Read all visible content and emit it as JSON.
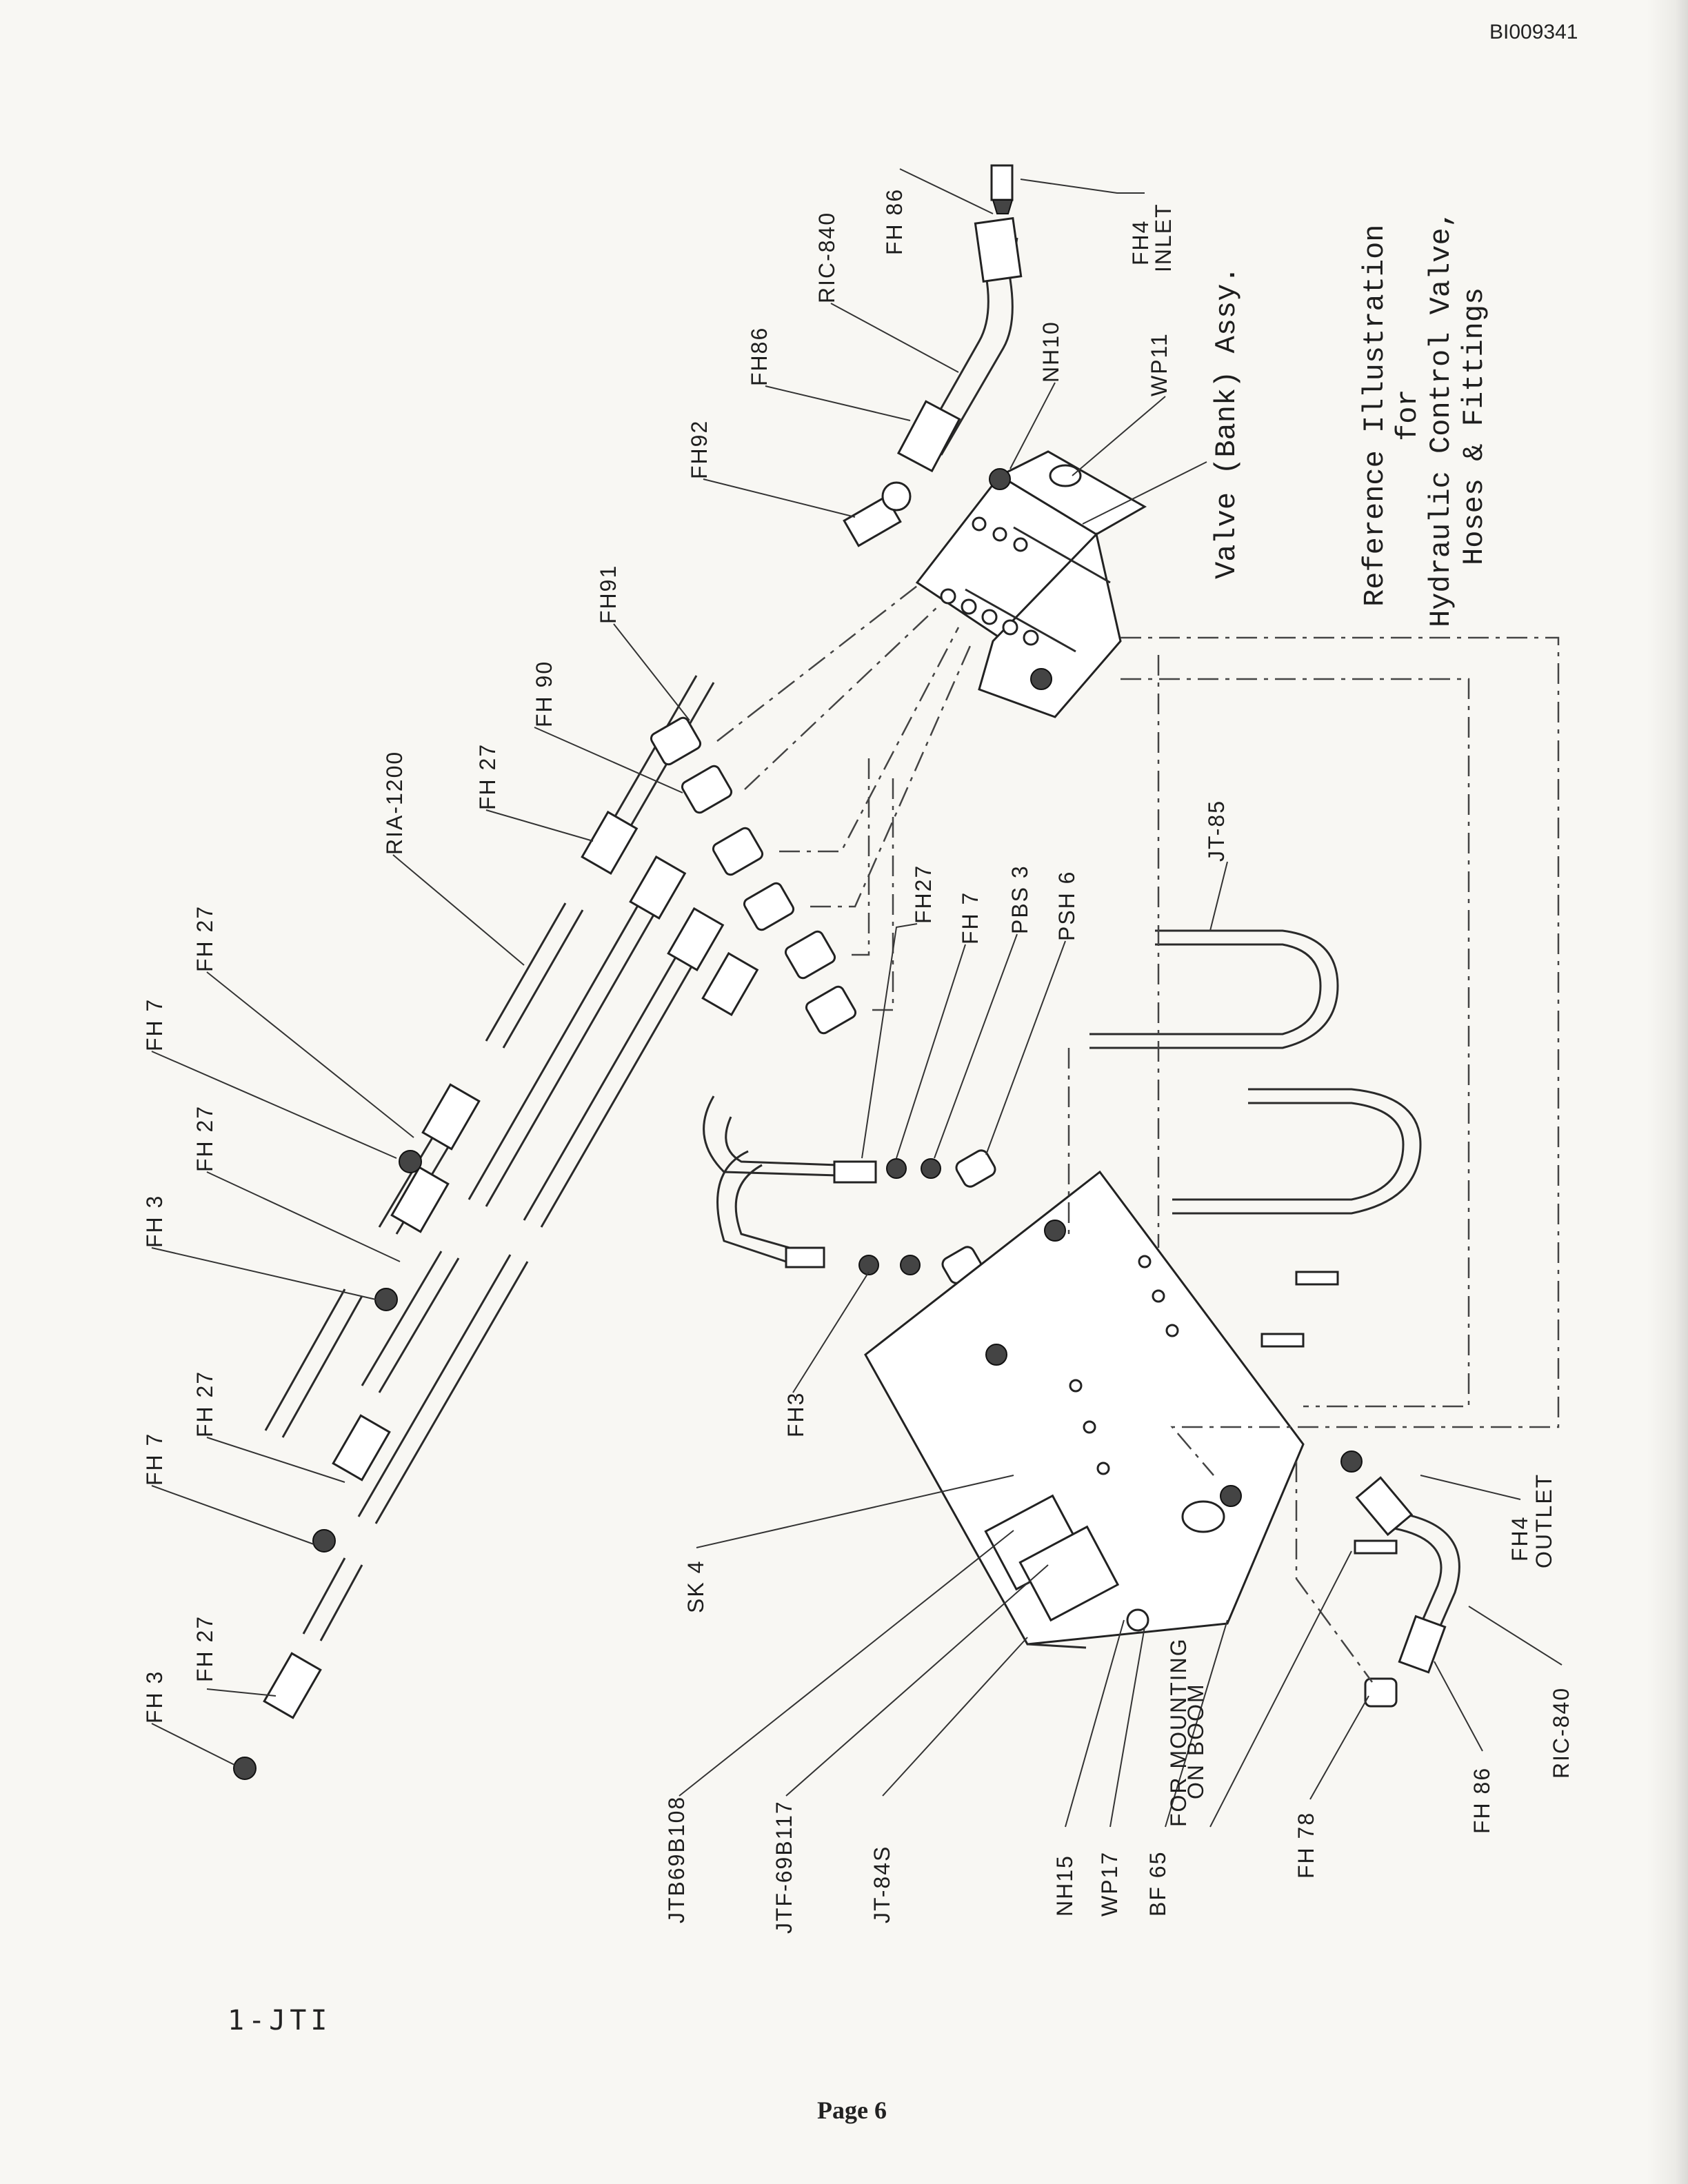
{
  "document": {
    "doc_id": "BI009341",
    "sheet_code": "1-JTI",
    "page_label": "Page 6"
  },
  "title": {
    "line1": "Reference Illustration",
    "line2": "for",
    "line3": "Hydraulic Control Valve,",
    "line4": "Hoses & Fittings",
    "assembly": "Valve (Bank) Assy."
  },
  "callouts": {
    "fh4_inlet": "FH4",
    "inlet": "INLET",
    "fh86_top": "FH 86",
    "ric840_top": "RIC-840",
    "fh86_upper": "FH86",
    "nh10": "NH10",
    "wp11": "WP11",
    "fh92": "FH92",
    "fh91": "FH91",
    "fh90": "FH 90",
    "fh27_upper": "FH 27",
    "ria1200": "RIA-1200",
    "fh27_a": "FH 27",
    "fh7_a": "FH 7",
    "fh27_b": "FH 27",
    "fh3_a": "FH 3",
    "fh27_c": "FH 27",
    "fh7_b": "FH 7",
    "fh27_d": "FH 27",
    "fh3_b": "FH 3",
    "fh27_mid": "FH27",
    "fh7_mid": "FH 7",
    "pbs3": "PBS 3",
    "psh6": "PSH 6",
    "jt85": "JT-85",
    "fh3_mid": "FH3",
    "sk4": "SK 4",
    "jtb69b108": "JTB69B108",
    "jtf69b117": "JTF-69B117",
    "jt84s": "JT-84S",
    "nh15": "NH15",
    "wp17": "WP17",
    "bf65": "BF 65",
    "mounting_line1": "FOR MOUNTING",
    "mounting_line2": "ON BOOM",
    "fh78": "FH 78",
    "fh86_bottom": "FH 86",
    "ric840_bottom": "RIC-840",
    "fh4_outlet": "FH4",
    "outlet": "OUTLET"
  }
}
